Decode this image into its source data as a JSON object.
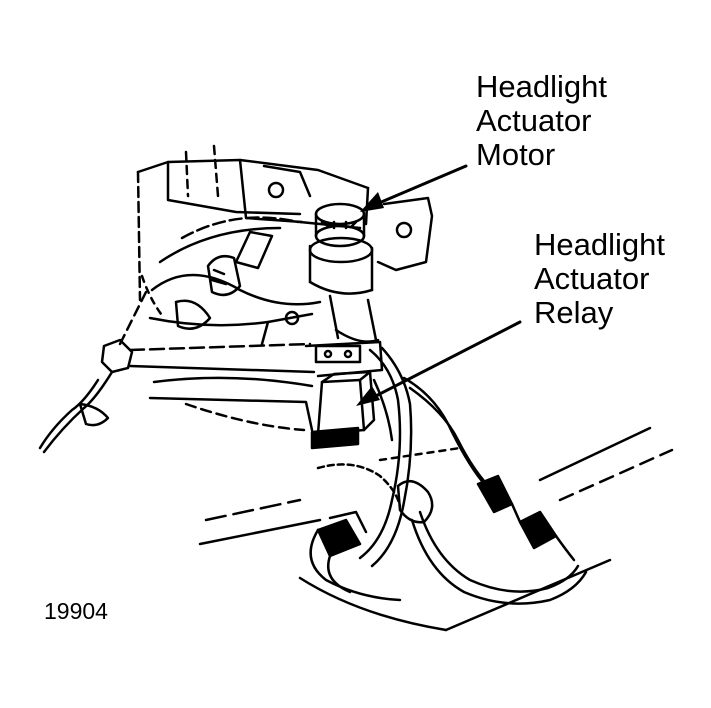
{
  "labels": {
    "motor": [
      "Headlight",
      "Actuator",
      "Motor"
    ],
    "relay": [
      "Headlight",
      "Actuator",
      "Relay"
    ]
  },
  "figure_number": "19904"
}
